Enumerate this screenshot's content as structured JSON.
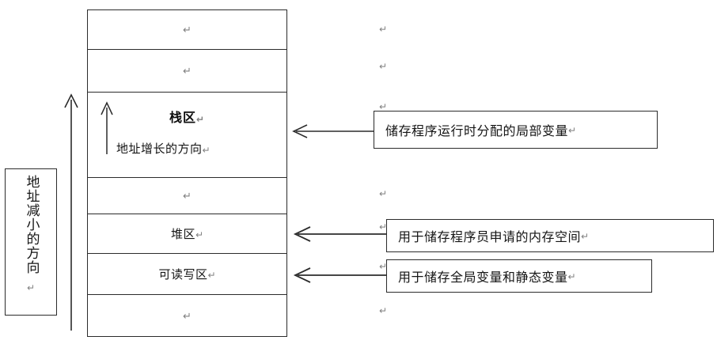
{
  "diagram": {
    "title": "Process memory layout diagram",
    "stroke_color": "#2b2b2b",
    "text_color": "#151515",
    "mark_color": "#808080",
    "background": "#ffffff"
  },
  "marks": {
    "pilcrow": "↵"
  },
  "memory_table": {
    "rows": [
      {
        "label": "",
        "mark": "↵",
        "outside_mark": "↵",
        "height": 50
      },
      {
        "label": "",
        "mark": "↵",
        "outside_mark": "↵",
        "height": 54
      },
      {
        "label": "栈区",
        "mark": "↵",
        "outside_mark": "↵",
        "height": 108
      },
      {
        "label": "",
        "mark": "↵",
        "outside_mark": "↵",
        "height": 46
      },
      {
        "label": "堆区",
        "mark": "↵",
        "outside_mark": "↵",
        "height": 50
      },
      {
        "label": "可读写区",
        "mark": "↵",
        "outside_mark": "↵",
        "height": 52
      },
      {
        "label": "",
        "mark": "↵",
        "outside_mark": "↵",
        "height": 53
      }
    ]
  },
  "stack_region": {
    "title": "栈区",
    "title_mark": "↵",
    "growth_label": "地址增长的方向",
    "growth_mark": "↵",
    "arrow_direction": "up"
  },
  "heap_region": {
    "label": "堆区",
    "mark": "↵"
  },
  "data_region": {
    "label": "可读写区",
    "mark": "↵"
  },
  "address_decrease_box": {
    "text": "地址减小的方向",
    "mark": "↵",
    "arrow_direction": "up"
  },
  "callouts": [
    {
      "id": "stack",
      "text": "储存程序运行时分配的局部变量",
      "mark": "↵",
      "arrow_direction": "left"
    },
    {
      "id": "heap",
      "text": "用于储存程序员申请的内存空间",
      "mark": "↵",
      "arrow_direction": "left"
    },
    {
      "id": "data",
      "text": "用于储存全局变量和静态变量",
      "mark": "↵",
      "arrow_direction": "left"
    }
  ]
}
